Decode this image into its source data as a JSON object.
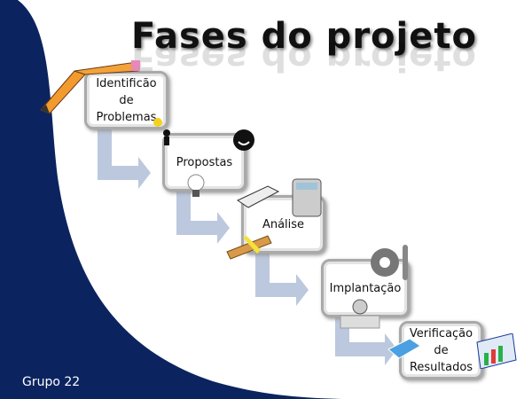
{
  "title": "Fases do projeto",
  "phases": [
    {
      "label": "Identificão de Problemas",
      "lines": [
        "Identificão",
        "de",
        "Problemas"
      ]
    },
    {
      "label": "Propostas"
    },
    {
      "label": "Análise"
    },
    {
      "label": "Implantação"
    },
    {
      "label": "Verificação de Resultados",
      "lines": [
        "Verificação",
        "de",
        "Resultados"
      ]
    }
  ],
  "footer": "Grupo 22",
  "colors": {
    "navy": "#0b2460",
    "arrow": "#bcc8de",
    "box_border": "#a9a9a9"
  }
}
